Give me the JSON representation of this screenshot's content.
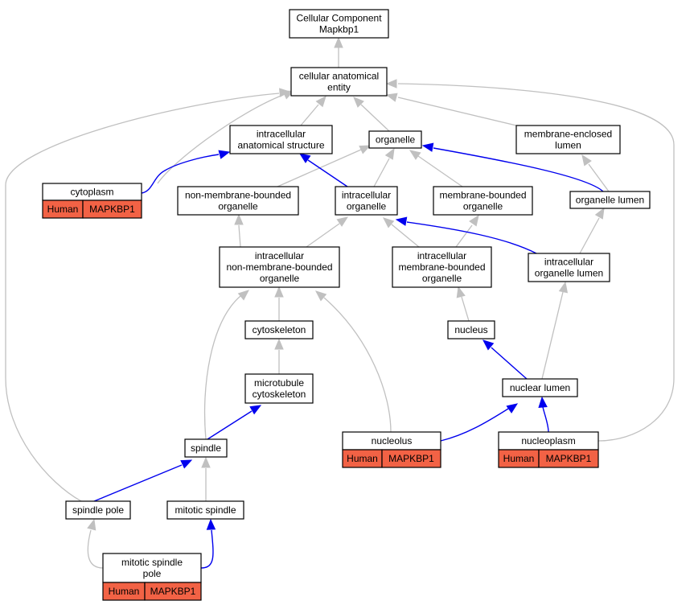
{
  "nodes": {
    "root": [
      "Cellular Component",
      "Mapkbp1"
    ],
    "cae": [
      "cellular anatomical",
      "entity"
    ],
    "ias": [
      "intracellular",
      "anatomical structure"
    ],
    "org": [
      "organelle"
    ],
    "mel": [
      "membrane-enclosed",
      "lumen"
    ],
    "cyto": [
      "cytoplasm"
    ],
    "nmbo": [
      "non-membrane-bounded",
      "organelle"
    ],
    "io": [
      "intracellular",
      "organelle"
    ],
    "mbo": [
      "membrane-bounded",
      "organelle"
    ],
    "ol": [
      "organelle lumen"
    ],
    "inmbo": [
      "intracellular",
      "non-membrane-bounded",
      "organelle"
    ],
    "imbo": [
      "intracellular",
      "membrane-bounded",
      "organelle"
    ],
    "iol": [
      "intracellular",
      "organelle lumen"
    ],
    "cytosk": [
      "cytoskeleton"
    ],
    "nuc": [
      "nucleus"
    ],
    "mtc": [
      "microtubule",
      "cytoskeleton"
    ],
    "nl": [
      "nuclear lumen"
    ],
    "nucleolus": [
      "nucleolus"
    ],
    "nucleoplasm": [
      "nucleoplasm"
    ],
    "spindle": [
      "spindle"
    ],
    "sp": [
      "spindle pole"
    ],
    "ms": [
      "mitotic spindle"
    ],
    "msp": [
      "mitotic spindle",
      "pole"
    ]
  },
  "annotations": {
    "cyto": [
      "Human",
      "MAPKBP1"
    ],
    "nucleolus": [
      "Human",
      "MAPKBP1"
    ],
    "nucleoplasm": [
      "Human",
      "MAPKBP1"
    ],
    "msp": [
      "Human",
      "MAPKBP1"
    ]
  },
  "colors": {
    "annotation_fill": "#f26245",
    "edge_is_a": "#c0c0c0",
    "edge_part_of": "#0000ee"
  }
}
